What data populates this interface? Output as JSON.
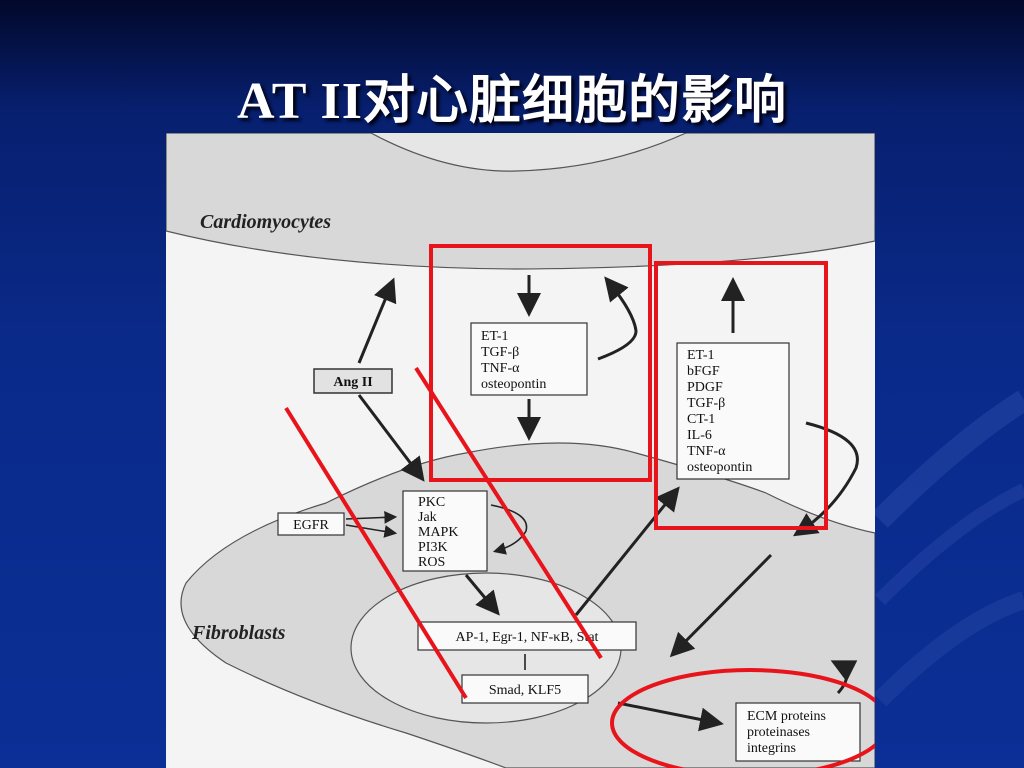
{
  "title": "AT II对心脏细胞的影响",
  "colors": {
    "background": "#0a2a8a",
    "highlight": "#e8141b",
    "diagram_bg": "#f4f4f4",
    "cell_fill": "#d8d8d8",
    "nucleus_fill": "#dcdcdc",
    "arrow": "#222222"
  },
  "diagram": {
    "cardiomyocytes_label": "Cardiomyocytes",
    "fibroblasts_label": "Fibroblasts",
    "ang_ii": "Ang II",
    "egfr": "EGFR",
    "paracrine_box": [
      "ET-1",
      "TGF-β",
      "TNF-α",
      "osteopontin"
    ],
    "autocrine_box": [
      "ET-1",
      "bFGF",
      "PDGF",
      "TGF-β",
      "CT-1",
      "IL-6",
      "TNF-α",
      "osteopontin"
    ],
    "signaling_box": [
      "PKC",
      "Jak",
      "MAPK",
      "PI3K",
      "ROS"
    ],
    "transcription_box": "AP-1, Egr-1, NF-κB, Stat",
    "smad_box": "Smad, KLF5",
    "ecm_box": [
      "ECM proteins",
      "proteinases",
      "integrins"
    ]
  }
}
